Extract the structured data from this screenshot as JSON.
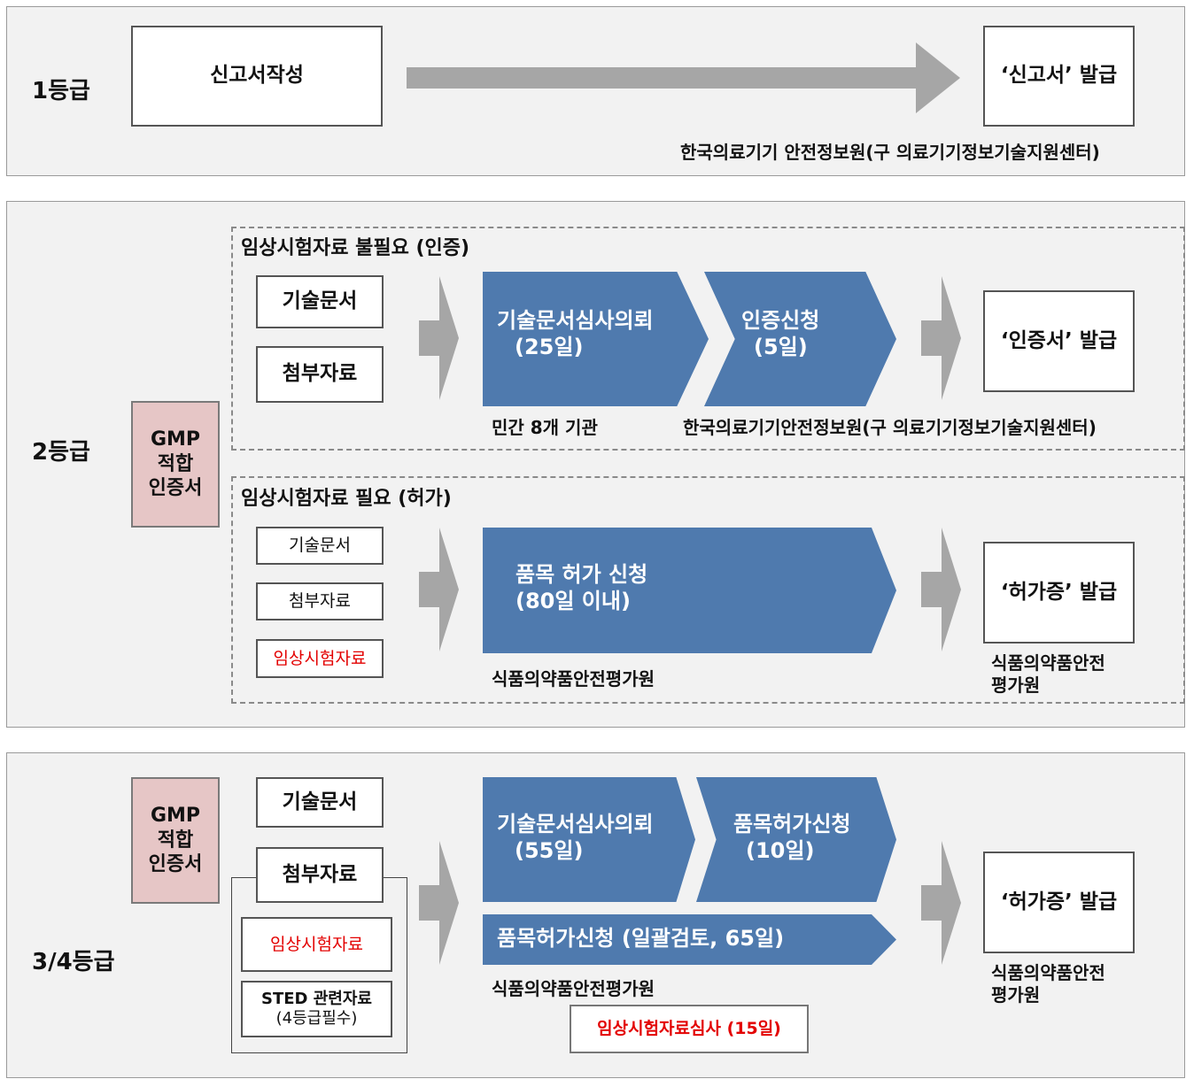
{
  "grade1": {
    "label": "1등급",
    "step": "신고서작성",
    "result": "‘신고서’ 발급",
    "agency": "한국의료기기 안전정보원(구 의료기기정보기술지원센터)"
  },
  "grade2": {
    "label": "2등급",
    "gmp": [
      "GMP",
      "적합",
      "인증서"
    ],
    "certification": {
      "title": "임상시험자료 불필요 (인증)",
      "docs": [
        "기술문서",
        "첨부자료"
      ],
      "steps": [
        {
          "line1": "기술문서심사의뢰",
          "line2": "(25일)"
        },
        {
          "line1": "인증신청",
          "line2": "(5일)"
        }
      ],
      "agency_left": "민간 8개 기관",
      "agency_right": "한국의료기기안전정보원(구 의료기기정보기술지원센터)",
      "result": "‘인증서’ 발급"
    },
    "permit": {
      "title": "임상시험자료 필요 (허가)",
      "docs": [
        "기술문서",
        "첨부자료",
        "임상시험자료"
      ],
      "step": {
        "line1": "품목 허가 신청",
        "line2": "(80일 이내)"
      },
      "agency": "식품의약품안전평가원",
      "result": "‘허가증’ 발급",
      "result_agency": [
        "식품의약품안전",
        "평가원"
      ]
    }
  },
  "grade34": {
    "label": "3/4등급",
    "gmp": [
      "GMP",
      "적합",
      "인증서"
    ],
    "docs": [
      "기술문서",
      "첨부자료"
    ],
    "sub_docs": {
      "clinical": "임상시험자료",
      "sted_line1": "STED 관련자료",
      "sted_line2": "(4등급필수)"
    },
    "steps": [
      {
        "line1": "기술문서심사의뢰",
        "line2": "(55일)"
      },
      {
        "line1": "품목허가신청",
        "line2": "(10일)"
      }
    ],
    "combined": "품목허가신청 (일괄검토, 65일)",
    "agency": "식품의약품안전평가원",
    "clinical_review": "임상시험자료심사 (15일)",
    "result": "‘허가증’ 발급",
    "result_agency": [
      "식품의약품안전",
      "평가원"
    ]
  },
  "colors": {
    "step_blue": "#4f7aae",
    "arrow_gray": "#a6a6a6",
    "gmp_pink": "#e6c6c6",
    "panel_gray": "#f2f2f2",
    "highlight_red": "#e30000"
  }
}
